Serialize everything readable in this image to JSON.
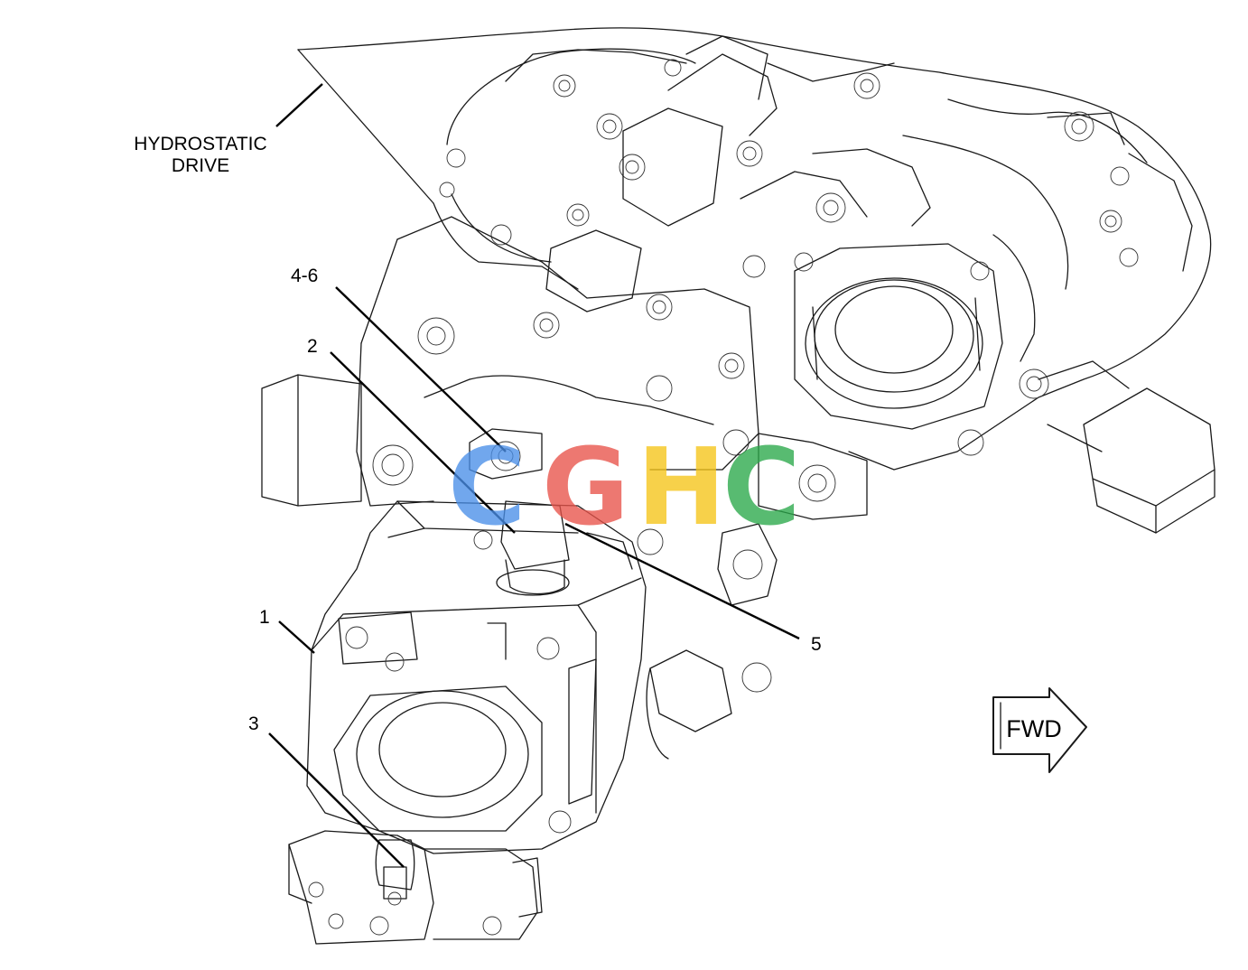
{
  "labels": {
    "hydrostatic_line1": "HYDROSTATIC",
    "hydrostatic_line2": "DRIVE",
    "callout_4_6": "4-6",
    "callout_2": "2",
    "callout_1": "1",
    "callout_3": "3",
    "callout_5": "5",
    "fwd": "FWD"
  },
  "watermark": {
    "letters": [
      "C",
      "G",
      "H",
      "C"
    ],
    "colors": [
      "#4a8fe8",
      "#e8534a",
      "#f5c518",
      "#2aa84a"
    ]
  }
}
